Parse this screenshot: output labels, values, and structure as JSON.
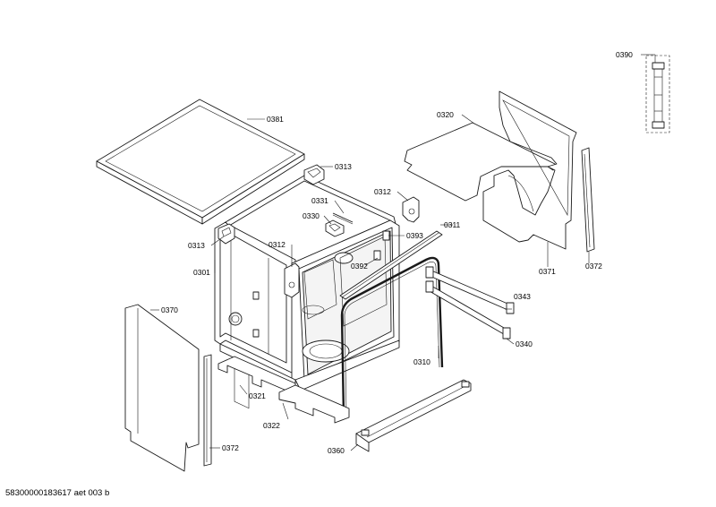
{
  "diagram": {
    "callouts": {
      "c0390": "0390",
      "c0381": "0381",
      "c0320": "0320",
      "c0313a": "0313",
      "c0331": "0331",
      "c0312a": "0312",
      "c0330": "0330",
      "c0313b": "0313",
      "c0312b": "0312",
      "c0393": "0393",
      "c0311": "0311",
      "c0301": "0301",
      "c0392": "0392",
      "c0371": "0371",
      "c0372a": "0372",
      "c0343": "0343",
      "c0370": "0370",
      "c0340": "0340",
      "c0310": "0310",
      "c0321": "0321",
      "c0322": "0322",
      "c0372b": "0372",
      "c0360": "0360"
    }
  },
  "footer": {
    "doc_code": "58300000183617 aet 003 b"
  }
}
